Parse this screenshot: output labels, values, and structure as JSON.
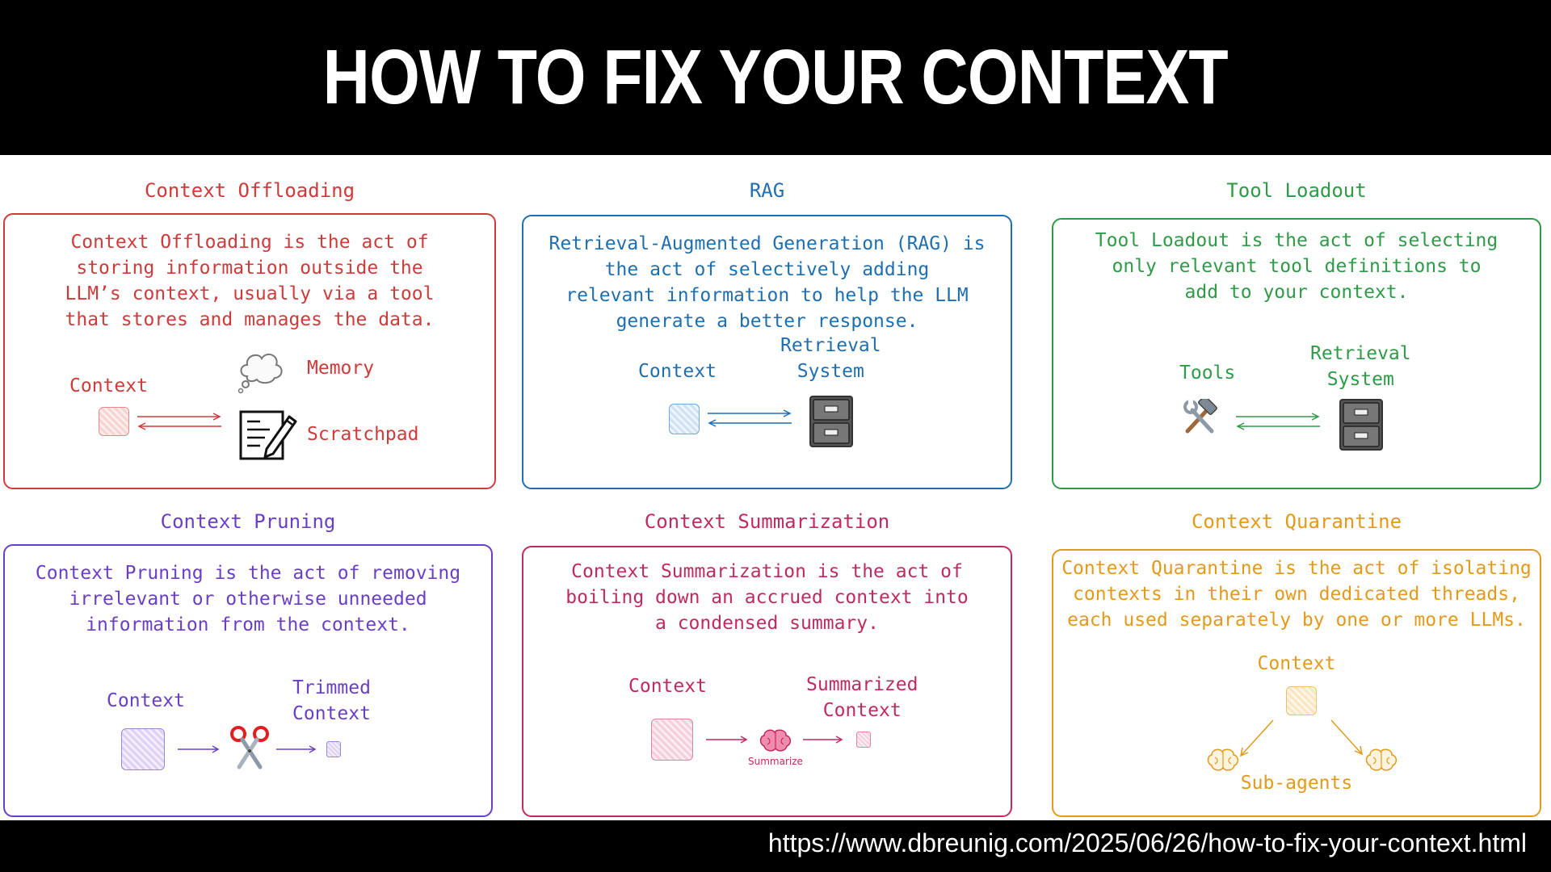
{
  "header": {
    "title": "HOW TO FIX YOUR CONTEXT"
  },
  "footer": {
    "url": "https://www.dbreunig.com/2025/06/26/how-to-fix-your-context.html"
  },
  "colors": {
    "offloading": "#d03a3a",
    "rag": "#1f6fb0",
    "tool_loadout": "#2f9a48",
    "pruning": "#6a3fc8",
    "summarization": "#c02a62",
    "quarantine": "#e39a1a"
  },
  "panels": {
    "offloading": {
      "title": "Context Offloading",
      "description": "Context Offloading is the act of\nstoring information outside the\nLLM’s context, usually via a tool\nthat stores and manages the data.",
      "context_label": "Context",
      "memory_label": "Memory",
      "scratchpad_label": "Scratchpad",
      "icons": [
        "thought-bubble-icon",
        "memo-icon"
      ]
    },
    "rag": {
      "title": "RAG",
      "description": "Retrieval-Augmented Generation (RAG) is\nthe act of selectively adding\nrelevant information to help the LLM\ngenerate a better response.",
      "context_label": "Context",
      "retrieval_label": "Retrieval\nSystem",
      "icons": [
        "file-cabinet-icon"
      ]
    },
    "tool_loadout": {
      "title": "Tool Loadout",
      "description": "Tool Loadout is the act of selecting\nonly relevant tool definitions to\nadd to your context.",
      "tools_label": "Tools",
      "retrieval_label": "Retrieval\nSystem",
      "icons": [
        "hammer-wrench-icon",
        "file-cabinet-icon"
      ]
    },
    "pruning": {
      "title": "Context Pruning",
      "description": "Context Pruning is the act of removing\nirrelevant or otherwise unneeded\ninformation from the context.",
      "context_label": "Context",
      "trimmed_label": "Trimmed\nContext",
      "icons": [
        "scissors-icon"
      ]
    },
    "summarization": {
      "title": "Context Summarization",
      "description": "Context Summarization is the act of\nboiling down an accrued context into\na condensed summary.",
      "context_label": "Context",
      "summarized_label": "Summarized\nContext",
      "summarize_caption": "Summarize",
      "icons": [
        "brain-icon"
      ]
    },
    "quarantine": {
      "title": "Context Quarantine",
      "description": "Context Quarantine is the act of isolating\ncontexts in their own dedicated threads,\neach used separately by one or more LLMs.",
      "context_label": "Context",
      "subagents_label": "Sub-agents",
      "icons": [
        "brain-outline-icon"
      ]
    }
  }
}
